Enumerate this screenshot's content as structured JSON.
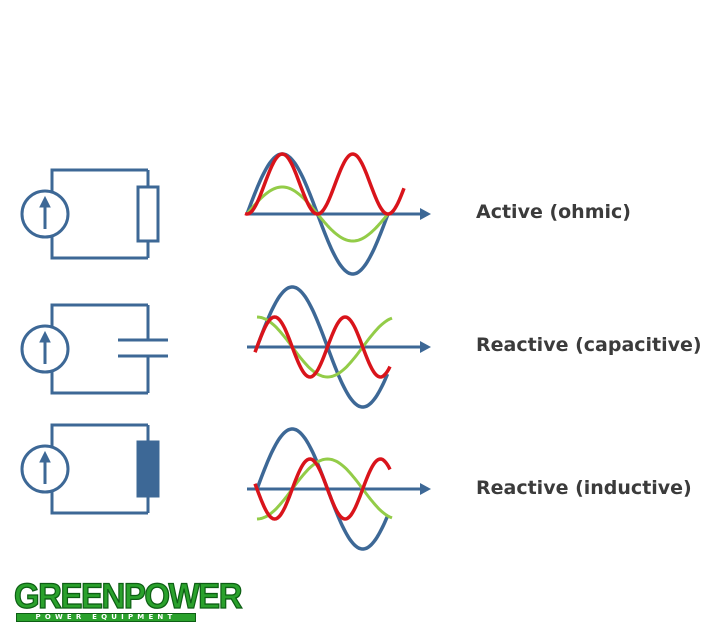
{
  "rows": [
    {
      "label": "Active (ohmic)",
      "component": "resistor",
      "phase_shift_deg": 0
    },
    {
      "label": "Reactive (capacitive)",
      "component": "capacitor",
      "phase_shift_deg": 90
    },
    {
      "label": "Reactive (inductive)",
      "component": "inductor",
      "phase_shift_deg": -90
    }
  ],
  "logo": {
    "brand": "GREENPOWER",
    "tagline": "POWER EQUIPMENT"
  },
  "colors": {
    "circuit": "#3d6896",
    "voltage_wave": "#3d6896",
    "current_wave": "#93cc48",
    "power_wave": "#d9141b",
    "axis": "#3d6896",
    "label_text": "#3b3b3b",
    "logo_green": "#2aa12c",
    "logo_outline": "#0d5f14"
  },
  "icons": [
    "current-source-icon",
    "resistor-icon",
    "capacitor-icon",
    "inductor-icon",
    "axis-arrow-icon"
  ]
}
